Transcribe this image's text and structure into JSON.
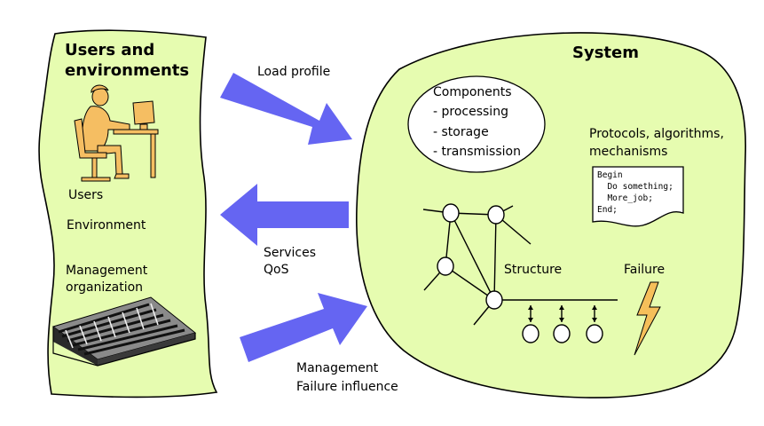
{
  "users_panel": {
    "title_line1": "Users and",
    "title_line2": "environments",
    "users_label": "Users",
    "environment_label": "Environment",
    "management_line1": "Management",
    "management_line2": "organization"
  },
  "arrows": {
    "load_profile": "Load profile",
    "services": "Services",
    "qos": "QoS",
    "management": "Management",
    "failure_influence": "Failure influence"
  },
  "system_panel": {
    "title": "System",
    "components_title": "Components",
    "components_items": [
      "- processing",
      "- storage",
      "- transmission"
    ],
    "protocols_line1": "Protocols, algorithms,",
    "protocols_line2": "mechanisms",
    "code_lines": [
      "Begin",
      "  Do something;",
      "  More_job;",
      "End;"
    ],
    "structure_label": "Structure",
    "failure_label": "Failure"
  },
  "colors": {
    "panel_fill": "#e6fcb0",
    "arrow_fill": "#6565f2",
    "figure_fill": "#f5be62",
    "lightning_fill": "#f6bf5a"
  }
}
